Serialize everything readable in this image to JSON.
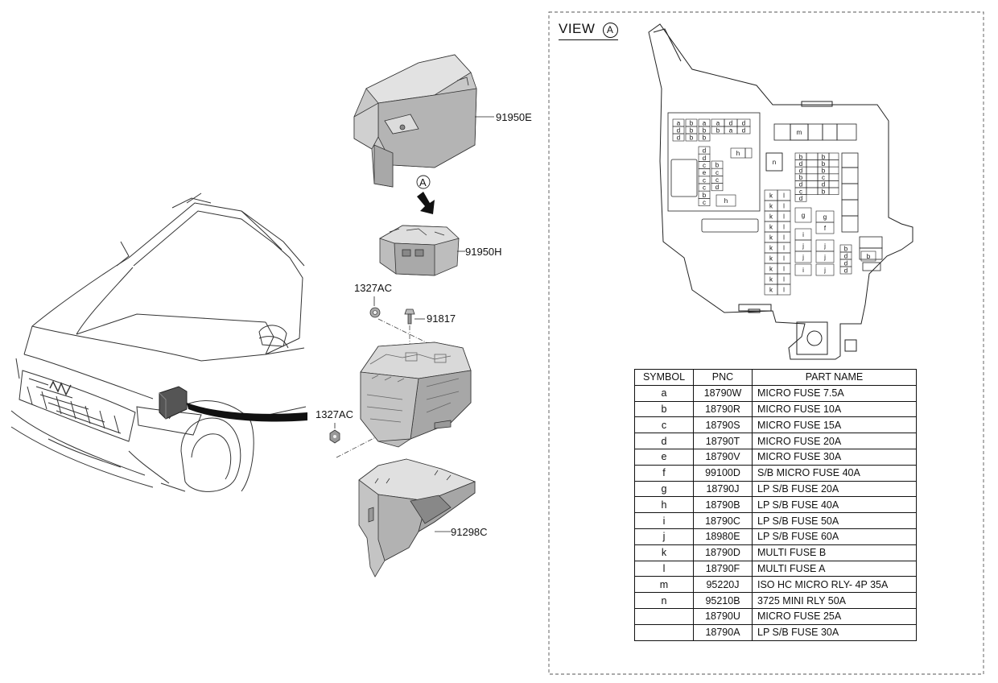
{
  "callouts": {
    "c1": "91950E",
    "c2": "91950H",
    "c3": "1327AC",
    "c4": "91817",
    "c5": "1327AC",
    "c6": "91298C",
    "arrow_marker": "A"
  },
  "view": {
    "label": "VIEW",
    "marker": "A"
  },
  "fuse_grid": {
    "top_left_rows": [
      [
        "a",
        "b",
        "a",
        "a",
        "d",
        "d"
      ],
      [
        "d",
        "b",
        "b",
        "b",
        "a",
        "d"
      ],
      [
        "d",
        "b",
        "b"
      ]
    ],
    "col_left": [
      "d",
      "d",
      "c",
      "e",
      "c",
      "c",
      "b",
      "c"
    ],
    "col_left2": [
      "b",
      "c",
      "c",
      "d"
    ],
    "h1": "h",
    "h2": "h",
    "m": "m",
    "n": "n",
    "mid_col1": [
      "b",
      "d",
      "d",
      "b",
      "d",
      "c",
      "d"
    ],
    "mid_col2": [
      "b",
      "b",
      "b",
      "c",
      "d",
      "b"
    ],
    "k_col": [
      "k",
      "k",
      "k",
      "k",
      "k",
      "k",
      "k",
      "k",
      "k",
      "k"
    ],
    "l_col": [
      "l",
      "l",
      "l",
      "l",
      "l",
      "l",
      "l",
      "l",
      "l",
      "l"
    ],
    "g1": "g",
    "g2": "g",
    "f": "f",
    "i1": "i",
    "j1": "j",
    "j2": "j",
    "j3": "j",
    "j4": "j",
    "i2": "i",
    "j5": "j",
    "right_col": [
      "b",
      "d",
      "d",
      "d"
    ],
    "right_b": "b"
  },
  "table": {
    "headers": [
      "SYMBOL",
      "PNC",
      "PART NAME"
    ],
    "rows": [
      {
        "symbol": "a",
        "pnc": "18790W",
        "name": "MICRO FUSE 7.5A"
      },
      {
        "symbol": "b",
        "pnc": "18790R",
        "name": "MICRO FUSE 10A"
      },
      {
        "symbol": "c",
        "pnc": "18790S",
        "name": "MICRO FUSE 15A"
      },
      {
        "symbol": "d",
        "pnc": "18790T",
        "name": "MICRO FUSE 20A"
      },
      {
        "symbol": "e",
        "pnc": "18790V",
        "name": "MICRO FUSE 30A"
      },
      {
        "symbol": "f",
        "pnc": "99100D",
        "name": "S/B MICRO FUSE 40A"
      },
      {
        "symbol": "g",
        "pnc": "18790J",
        "name": "LP S/B FUSE 20A"
      },
      {
        "symbol": "h",
        "pnc": "18790B",
        "name": "LP S/B FUSE 40A"
      },
      {
        "symbol": "i",
        "pnc": "18790C",
        "name": "LP S/B FUSE 50A"
      },
      {
        "symbol": "j",
        "pnc": "18980E",
        "name": "LP S/B FUSE 60A"
      },
      {
        "symbol": "k",
        "pnc": "18790D",
        "name": "MULTI FUSE B"
      },
      {
        "symbol": "l",
        "pnc": "18790F",
        "name": "MULTI FUSE A"
      },
      {
        "symbol": "m",
        "pnc": "95220J",
        "name": "ISO HC MICRO RLY- 4P 35A"
      },
      {
        "symbol": "n",
        "pnc": "95210B",
        "name": "3725 MINI RLY 50A"
      },
      {
        "symbol": "",
        "pnc": "18790U",
        "name": "MICRO FUSE 25A"
      },
      {
        "symbol": "",
        "pnc": "18790A",
        "name": "LP S/B FUSE 30A"
      }
    ]
  },
  "colors": {
    "line": "#222222",
    "part_fill": "#d4d4d4",
    "part_dark": "#9a9a9a",
    "part_shade": "#b8b8b8"
  },
  "icons": {
    "car": "car-front-lineart",
    "arrow": "down-left-arrow-icon"
  }
}
